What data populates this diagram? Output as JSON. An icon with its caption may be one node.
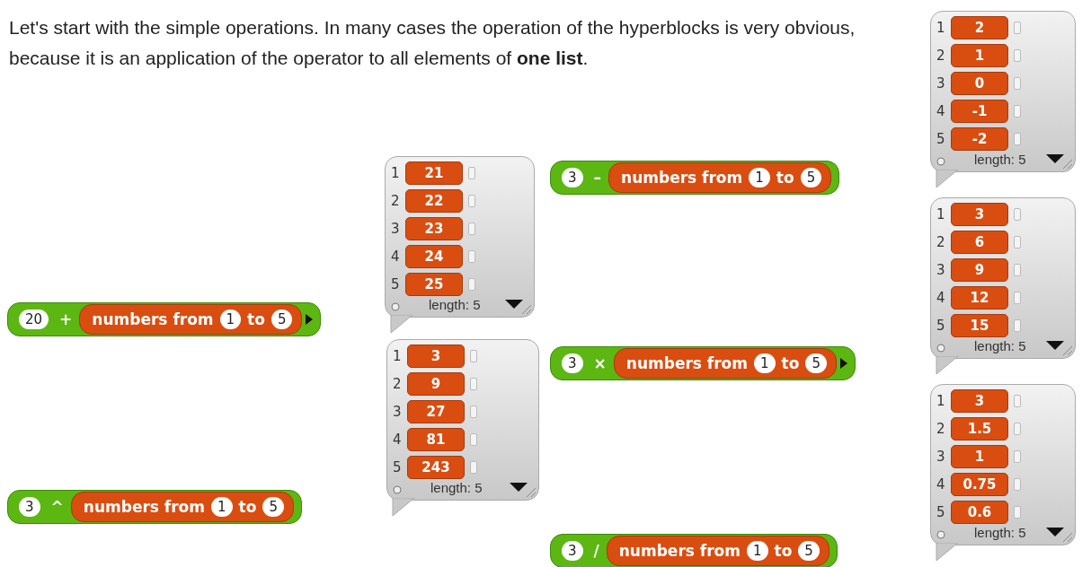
{
  "diagram": {
    "nodes": [
      {
        "text": [
          "1",
          "2",
          "2",
          "1",
          "3",
          "0",
          "4",
          "-1",
          "5",
          "-2",
          "length: 5"
        ]
      },
      {
        "text": [
          "1",
          "21",
          "2",
          "22",
          "3",
          "23",
          "4",
          "24",
          "5",
          "25",
          "length: 5"
        ]
      },
      {
        "text": [
          "3",
          "–"
        ]
      },
      {
        "text": [
          "numbers from",
          "1",
          "to",
          "5"
        ],
        "in": 2
      },
      {
        "text": [
          "1",
          "3",
          "2",
          "6",
          "3",
          "9",
          "4",
          "12",
          "5",
          "15",
          "length: 5"
        ]
      },
      {
        "text": [
          "20",
          "+"
        ]
      },
      {
        "text": [
          "numbers from",
          "1",
          "to",
          "5"
        ],
        "in": 5
      },
      {
        "text": [
          "1",
          "3",
          "2",
          "9",
          "3",
          "27",
          "4",
          "81",
          "5",
          "243",
          "length: 5"
        ]
      },
      {
        "text": [
          "3",
          "×"
        ]
      },
      {
        "text": [
          "numbers from",
          "1",
          "to",
          "5"
        ],
        "in": 8
      },
      {
        "text": [
          "1",
          "3",
          "2",
          "1.5",
          "3",
          "1",
          "4",
          "0.75",
          "5",
          "0.6",
          "length: 5"
        ]
      },
      {
        "text": [
          "3",
          "^"
        ]
      },
      {
        "text": [
          "numbers from",
          "1",
          "to",
          "5"
        ],
        "in": 11
      },
      {
        "text": [
          "3",
          "/"
        ]
      },
      {
        "text": [
          "numbers from",
          "1",
          "to",
          "5"
        ],
        "in": 13
      }
    ],
    "labels": [
      "Let's start with the simple operations. In many cases the operation of the hyperblocks is very obvious, because it is an application of the operator to all elements of **one list**."
    ]
  }
}
